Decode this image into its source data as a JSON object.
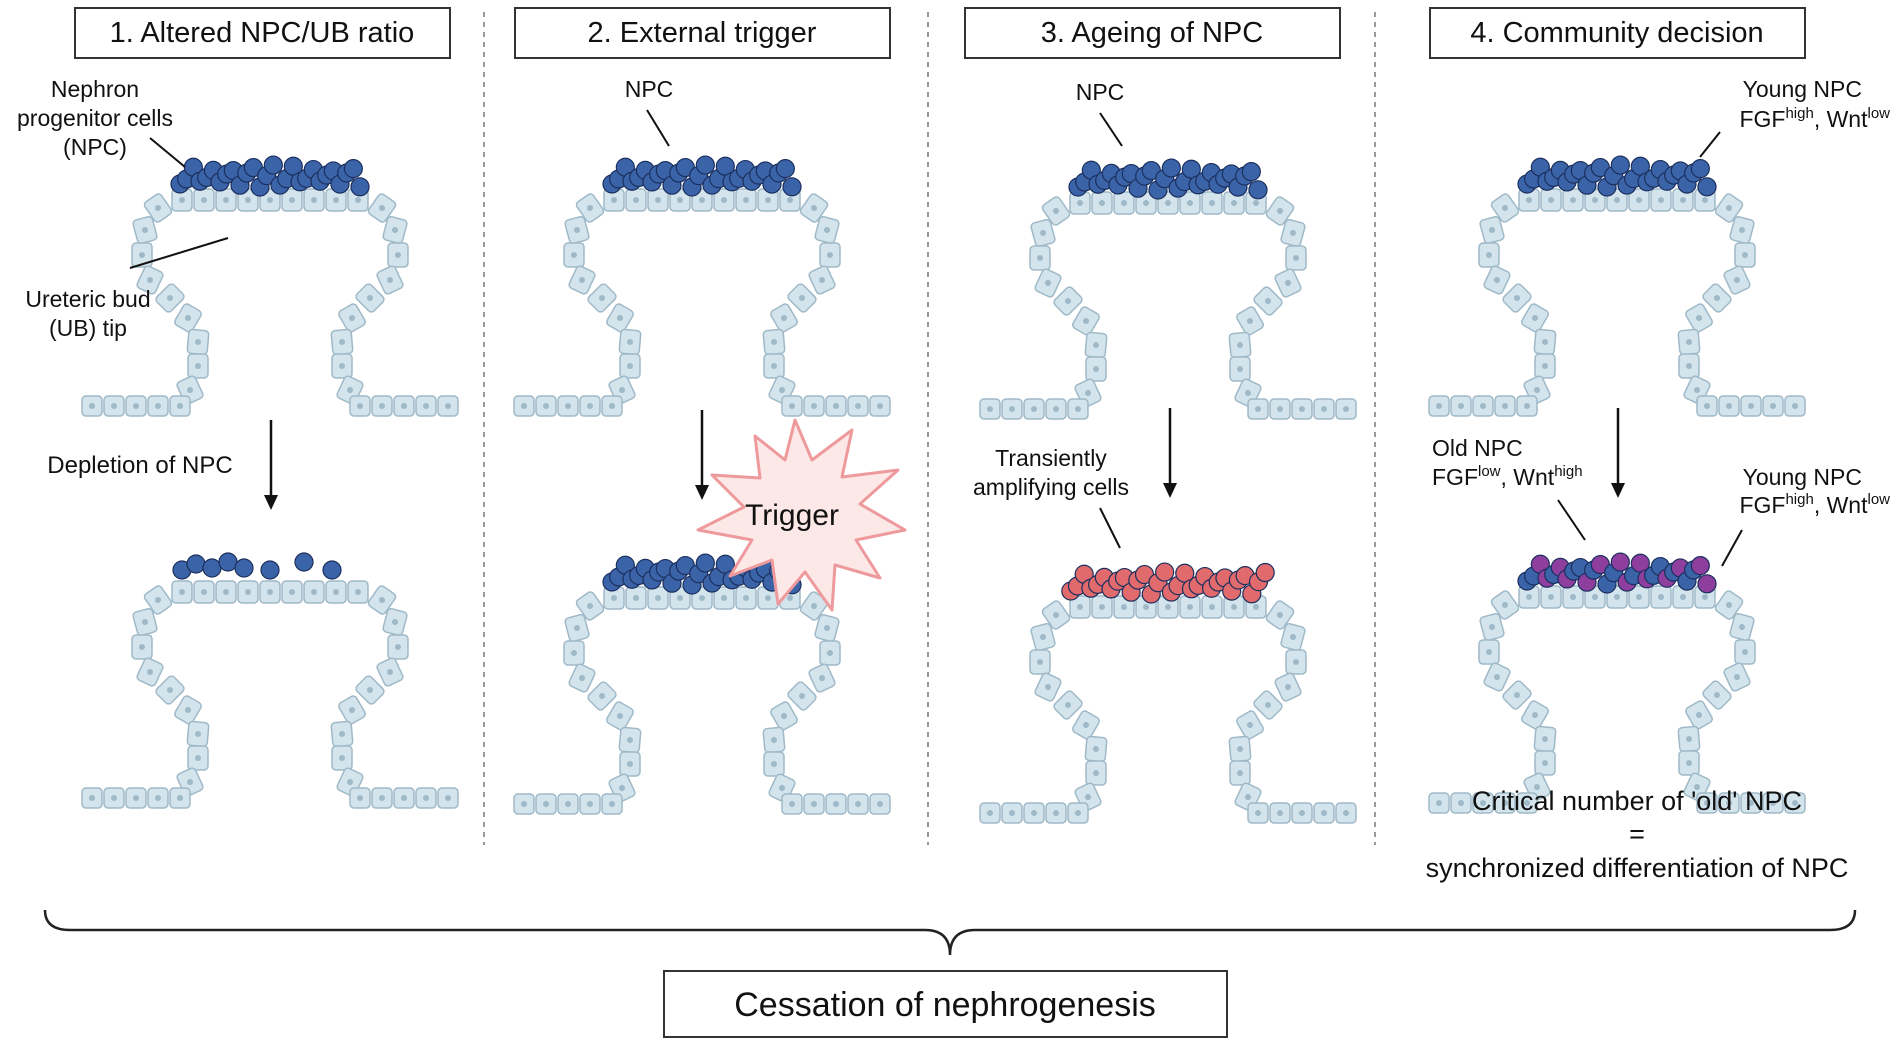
{
  "panels": [
    {
      "title": "1. Altered NPC/UB ratio",
      "npc_label": [
        "Nephron",
        "progenitor cells",
        "(NPC)"
      ],
      "ub_label": [
        "Ureteric bud",
        "(UB) tip"
      ],
      "arrow_label": "Depletion of NPC"
    },
    {
      "title": "2. External trigger",
      "npc_label": "NPC",
      "trigger_label": "Trigger"
    },
    {
      "title": "3. Ageing of NPC",
      "npc_label": "NPC",
      "tac_label": [
        "Transiently",
        "amplifying cells"
      ]
    },
    {
      "title": "4. Community decision",
      "young_label_top": "Young NPC",
      "young_signal_top": {
        "a": "FGF",
        "a_sup": "high",
        "b": ", Wnt",
        "b_sup": "low"
      },
      "old_label": "Old NPC",
      "old_signal": {
        "a": "FGF",
        "a_sup": "low",
        "b": ", Wnt",
        "b_sup": "high"
      },
      "young_label_bottom": "Young NPC",
      "young_signal_bottom": {
        "a": "FGF",
        "a_sup": "high",
        "b": ", Wnt",
        "b_sup": "low"
      },
      "conclusion": [
        "Critical number of 'old' NPC",
        "=",
        "synchronized differentiation of NPC"
      ]
    }
  ],
  "final_label": "Cessation of nephrogenesis",
  "colors": {
    "npc_blue": "#3b64a8",
    "npc_blue_dark": "#1f3f7c",
    "old_npc_purple": "#8e3f9e",
    "tac_red": "#e06a6c",
    "ub_cell_fill": "#d4e4ec",
    "ub_cell_stroke": "#9fb9c8",
    "trigger_fill": "#fde8e8",
    "trigger_stroke": "#ee9a9c",
    "divider": "#9a9a9a"
  }
}
